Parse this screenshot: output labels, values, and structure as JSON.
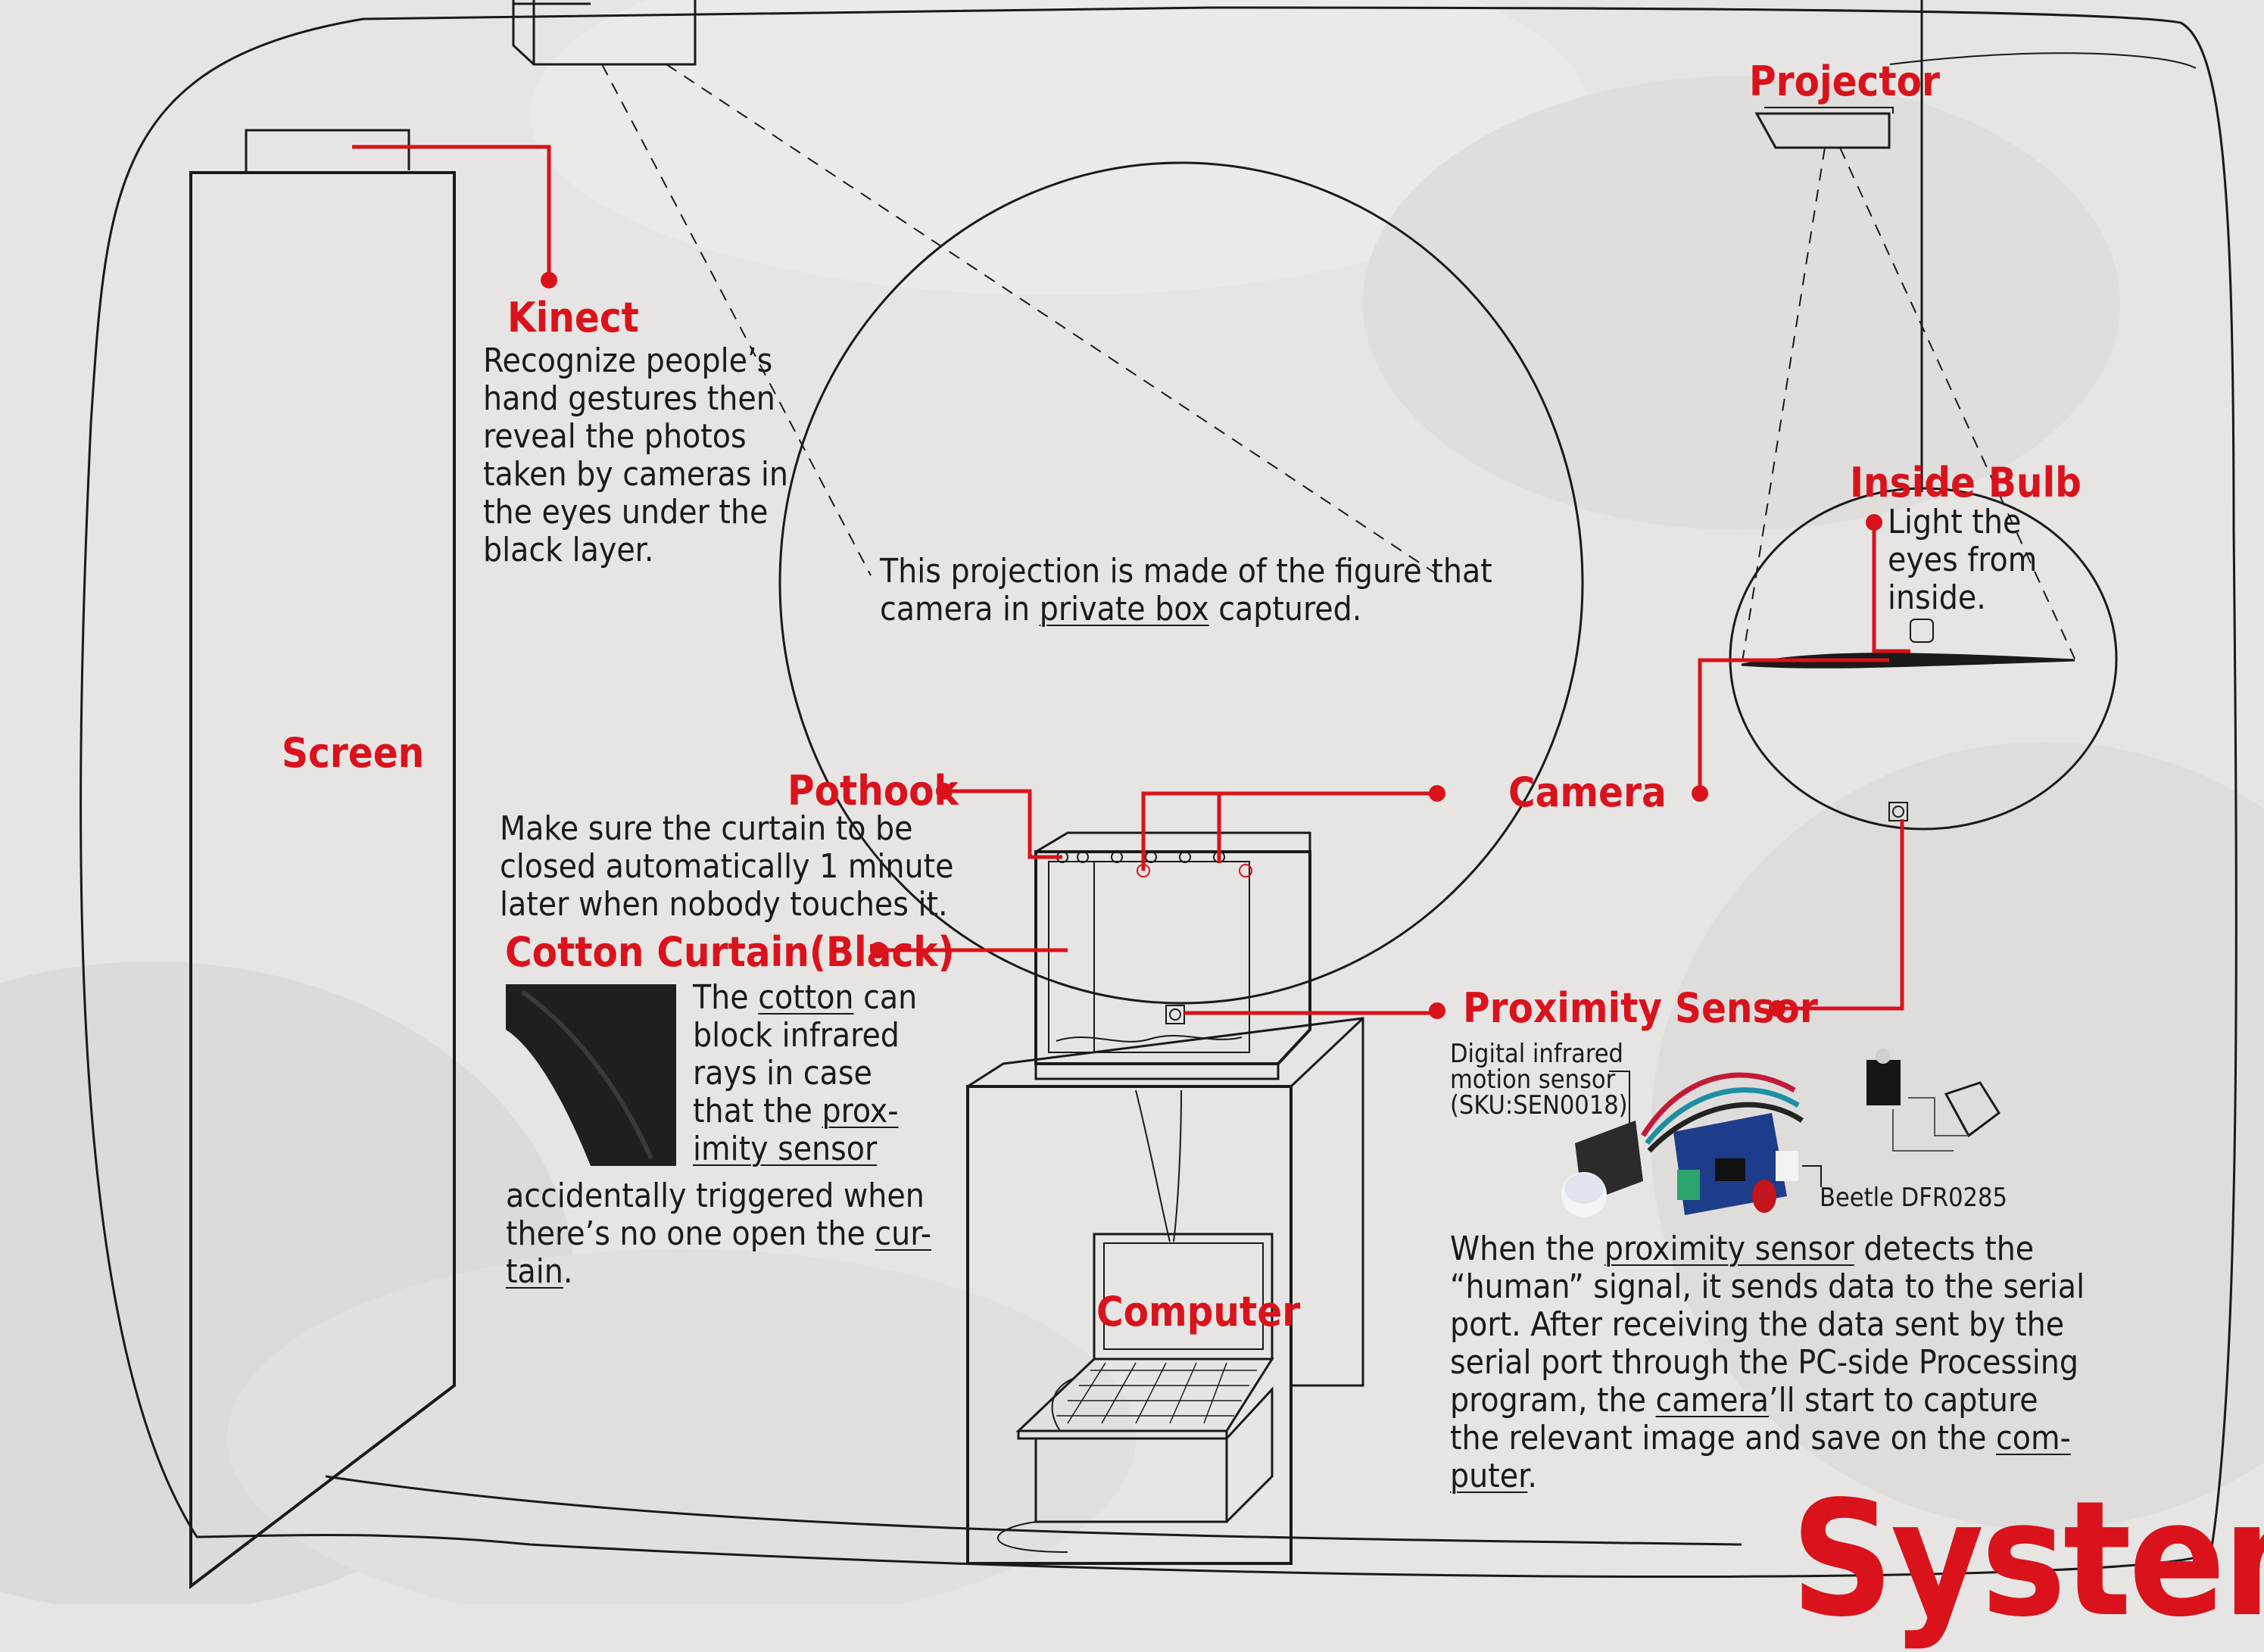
{
  "colors": {
    "accent": "#d9121b",
    "line": "#1a1a1a",
    "background": "#e6e5e4"
  },
  "labels": {
    "kinect": "Kinect",
    "screen": "Screen",
    "pothook": "Pothook",
    "camera": "Camera",
    "cotton_curtain": "Cotton Curtain(Black)",
    "proximity_sensor": "Proximity Sensor",
    "computer": "Computer",
    "projector": "Projector",
    "inside_bulb": "Inside Bulb",
    "title": "System"
  },
  "kinect_desc": [
    "Recognize people’s",
    "hand gestures then",
    "reveal the photos",
    "taken by cameras in",
    "the eyes under the",
    "black layer."
  ],
  "projection_desc": {
    "line1": "This projection is made of the figure that",
    "line2_pre": "camera in ",
    "line2_link": "private box",
    "line2_post": " captured."
  },
  "pothook_desc": [
    "Make sure the curtain to be",
    "closed automatically 1 minute",
    "later when nobody touches it."
  ],
  "cotton_desc": {
    "l1_pre": "The ",
    "l1_link": "cotton",
    "l1_post": " can",
    "l2": "block infrared",
    "l3": "rays in case",
    "l4_pre": "that the ",
    "l4_link": "prox-",
    "l5_link": "imity sensor",
    "l6": "accidentally triggered when",
    "l7_pre": "there’s no one open the ",
    "l7_link": "cur-",
    "l8_link": "tain",
    "l8_post": "."
  },
  "sensor_caption": [
    "Digital infrared",
    "motion sensor",
    "(SKU:SEN0018)"
  ],
  "beetle_caption": "Beetle DFR0285",
  "proximity_desc": {
    "l1_pre": "When the ",
    "l1_link": "proximity sensor",
    "l1_post": " detects the",
    "l2": "“human” signal, it sends data to the serial",
    "l3": "port. After receiving the data sent by the",
    "l4": "serial port through the PC-side Processing",
    "l5_pre": "program, the ",
    "l5_link": "camera",
    "l5_post": "’ll start to capture",
    "l6_pre": "the relevant image and save on the ",
    "l6_link": "com-",
    "l7_link": "puter",
    "l7_post": "."
  },
  "bulb_desc": [
    "Light the",
    "eyes from",
    "inside."
  ]
}
